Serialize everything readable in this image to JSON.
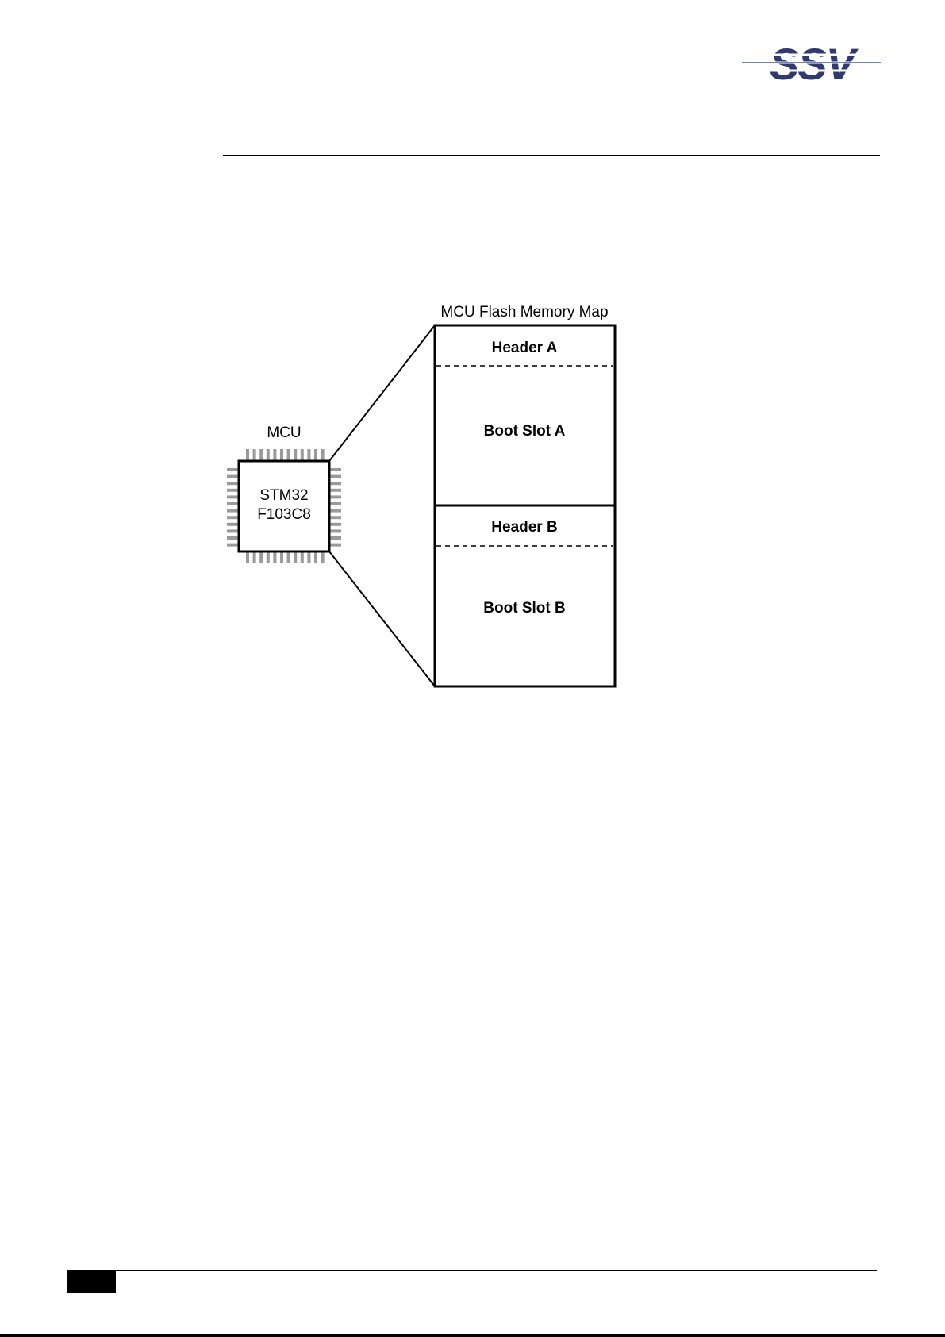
{
  "logo": {
    "text": "SSV",
    "color": "#2f3b6e",
    "icon": "ssv-logo-icon"
  },
  "diagram": {
    "mcu_label": "MCU",
    "chip_line1": "STM32",
    "chip_line2": "F103C8",
    "memory_map_title": "MCU Flash Memory Map",
    "regions": [
      {
        "label": "Header A"
      },
      {
        "label": "Boot Slot A"
      },
      {
        "label": "Header B"
      },
      {
        "label": "Boot Slot B"
      }
    ],
    "pin_color": "#9a9a9a"
  }
}
